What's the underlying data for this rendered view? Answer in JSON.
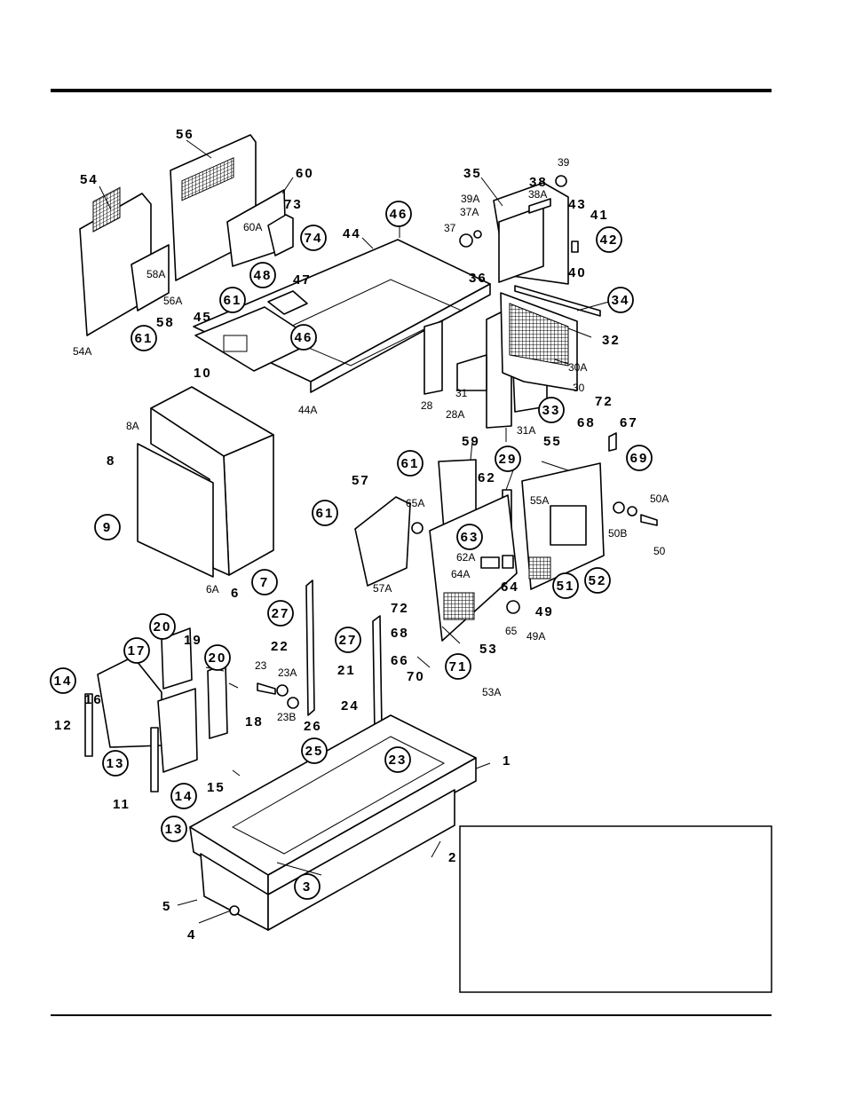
{
  "callouts": {
    "c1": "1",
    "c2": "2",
    "c3": "3",
    "c4": "4",
    "c5": "5",
    "c6": "6",
    "c6a": "6A",
    "c7": "7",
    "c8": "8",
    "c8a": "8A",
    "c9": "9",
    "c10": "10",
    "c11": "11",
    "c12": "12",
    "c13a": "13",
    "c13b": "13",
    "c14a": "14",
    "c14b": "14",
    "c15": "15",
    "c16": "16",
    "c17": "17",
    "c18": "18",
    "c19": "19",
    "c20a": "20",
    "c20b": "20",
    "c21": "21",
    "c22": "22",
    "c23": "23",
    "c23a": "23A",
    "c23b": "23B",
    "c23c": "23",
    "c24": "24",
    "c25": "25",
    "c26": "26",
    "c27a": "27",
    "c27b": "27",
    "c28": "28",
    "c28a": "28A",
    "c29": "29",
    "c30": "30",
    "c30a": "30A",
    "c31": "31",
    "c31a": "31A",
    "c32": "32",
    "c33": "33",
    "c34": "34",
    "c35": "35",
    "c36": "36",
    "c37": "37",
    "c37a": "37A",
    "c38": "38",
    "c38a": "38A",
    "c39": "39",
    "c39a": "39A",
    "c40": "40",
    "c41": "41",
    "c42": "42",
    "c43": "43",
    "c44": "44",
    "c44a": "44A",
    "c45": "45",
    "c46a": "46",
    "c46b": "46",
    "c47": "47",
    "c48": "48",
    "c49": "49",
    "c49a": "49A",
    "c50": "50",
    "c50a": "50A",
    "c50b": "50B",
    "c51": "51",
    "c52": "52",
    "c53": "53",
    "c53a": "53A",
    "c54": "54",
    "c54a": "54A",
    "c55": "55",
    "c55a": "55A",
    "c56": "56",
    "c56a": "56A",
    "c57": "57",
    "c57a": "57A",
    "c58": "58",
    "c58a": "58A",
    "c59": "59",
    "c60": "60",
    "c60a": "60A",
    "c61a": "61",
    "c61b": "61",
    "c61c": "61",
    "c61d": "61",
    "c62": "62",
    "c62a": "62A",
    "c63": "63",
    "c64": "64",
    "c64a": "64A",
    "c65": "65",
    "c65a": "65A",
    "c66": "66",
    "c67": "67",
    "c68a": "68",
    "c68b": "68",
    "c69": "69",
    "c70": "70",
    "c71": "71",
    "c72a": "72",
    "c72b": "72",
    "c73": "73",
    "c74": "74"
  }
}
